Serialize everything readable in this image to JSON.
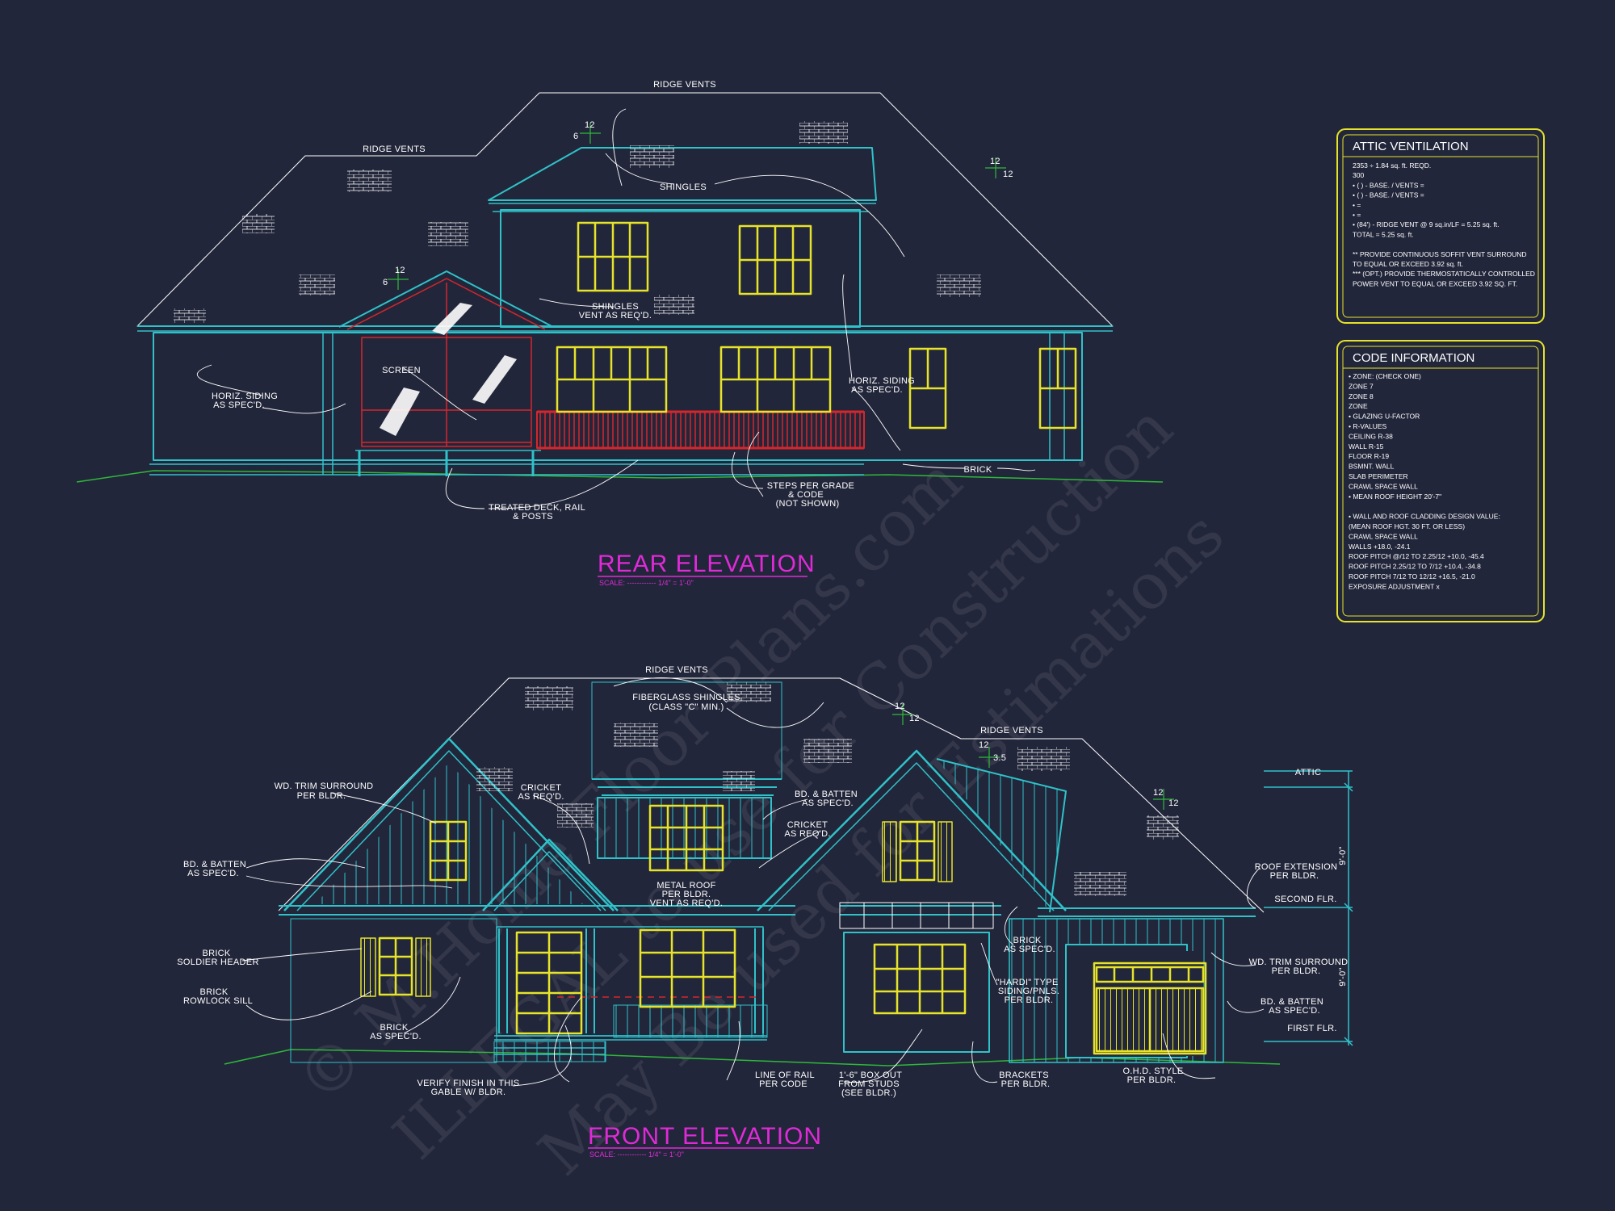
{
  "colors": {
    "background": "#22263a",
    "outline": "#2fc2c9",
    "window": "#e6e32a",
    "rail": "#d6262c",
    "title": "#e02ad8",
    "ground": "#2fb83a",
    "text": "#ffffff"
  },
  "watermark": {
    "line1": "© M.Home Floor Plans.com",
    "line2": "ILLEGAL to use for Construction",
    "line3": "May Be used for Estimations"
  },
  "rear": {
    "title": "REAR ELEVATION",
    "scale": "SCALE: ------------ 1/4\" = 1'-0\"",
    "labels": {
      "ridge_vents_top": "RIDGE VENTS",
      "ridge_vents_left": "RIDGE VENTS",
      "shingles": "SHINGLES",
      "shingles_vent_1": "SHINGLES",
      "shingles_vent_2": "VENT AS REQ'D.",
      "screen": "SCREEN",
      "horiz_left_1": "HORIZ. SIDING",
      "horiz_left_2": "AS SPEC'D.",
      "horiz_right_1": "HORIZ. SIDING",
      "horiz_right_2": "AS SPEC'D.",
      "brick": "BRICK",
      "deck_1": "TREATED DECK, RAIL",
      "deck_2": "& POSTS",
      "steps_1": "STEPS PER GRADE",
      "steps_2": "& CODE",
      "steps_3": "(NOT SHOWN)",
      "pitch_a1": "6",
      "pitch_a2": "12",
      "pitch_b1": "12",
      "pitch_b2": "12",
      "pitch_c1": "6",
      "pitch_c2": "12"
    }
  },
  "front": {
    "title": "FRONT ELEVATION",
    "scale": "SCALE: ------------ 1/4\" = 1'-0\"",
    "labels": {
      "ridge_vents_top": "RIDGE VENTS",
      "ridge_vents_right": "RIDGE VENTS",
      "fiberglass_1": "FIBERGLASS SHINGLES",
      "fiberglass_2": "(CLASS \"C\" MIN.)",
      "wd_trim_1": "WD. TRIM SURROUND",
      "wd_trim_2": "PER BLDR.",
      "cricket_l_1": "CRICKET",
      "cricket_l_2": "AS REQ'D.",
      "bd_batten_top_1": "BD. & BATTEN",
      "bd_batten_top_2": "AS SPEC'D.",
      "cricket_r_1": "CRICKET",
      "cricket_r_2": "AS REQ'D.",
      "bd_batten_left_1": "BD. & BATTEN",
      "bd_batten_left_2": "AS SPEC'D.",
      "metal_roof_1": "METAL ROOF",
      "metal_roof_2": "PER BLDR.",
      "metal_roof_3": "VENT AS REQ'D.",
      "brick_soldier_1": "BRICK",
      "brick_soldier_2": "SOLDIER HEADER",
      "brick_rowlock_1": "BRICK",
      "brick_rowlock_2": "ROWLOCK SILL",
      "brick_spec_1": "BRICK",
      "brick_spec_2": "AS SPEC'D.",
      "verify_1": "VERIFY FINISH IN THIS",
      "verify_2": "GABLE W/ BLDR.",
      "line_rail_1": "LINE OF RAIL",
      "line_rail_2": "PER CODE",
      "box_out_1": "1'-6\" BOX OUT",
      "box_out_2": "FROM STUDS",
      "box_out_3": "(SEE BLDR.)",
      "brackets_1": "BRACKETS",
      "brackets_2": "PER BLDR.",
      "ohd_1": "O.H.D. STYLE",
      "ohd_2": "PER BLDR.",
      "brick_r_1": "BRICK",
      "brick_r_2": "AS SPEC'D.",
      "hardi_1": "\"HARDI\" TYPE",
      "hardi_2": "SIDING/PNLS.",
      "hardi_3": "PER BLDR.",
      "roof_ext_1": "ROOF EXTENSION",
      "roof_ext_2": "PER BLDR.",
      "wd_trim_r_1": "WD. TRIM SURROUND",
      "wd_trim_r_2": "PER BLDR.",
      "bd_batten_r_1": "BD. & BATTEN",
      "bd_batten_r_2": "AS SPEC'D.",
      "attic": "ATTIC",
      "second_flr": "SECOND FLR.",
      "first_flr": "FIRST FLR.",
      "dim_upper": "9'-0\"",
      "dim_lower": "9'-0\"",
      "pitch_a1": "12",
      "pitch_a2": "12",
      "pitch_b1": "12",
      "pitch_b2": "3.5",
      "pitch_c1": "12",
      "pitch_c2": "12"
    }
  },
  "attic_ventilation": {
    "title": "ATTIC VENTILATION",
    "lines": [
      "2353 ÷ 1.84 sq. ft. REQD.",
      "300",
      "• (   ) -        BASE.   /   VENTS  =",
      "• (   ) -        BASE.   /   VENTS  =",
      "•                                          =",
      "•                                          =",
      "• (84') - RIDGE VENT @ 9 sq.in/LF = 5.25 sq. ft.",
      "                                TOTAL      = 5.25 sq. ft.",
      "",
      "** PROVIDE CONTINUOUS SOFFIT VENT SURROUND",
      "   TO EQUAL OR EXCEED  3.92 sq. ft.",
      "*** (OPT.) PROVIDE THERMOSTATICALLY CONTROLLED",
      "   POWER VENT TO EQUAL OR EXCEED 3.92 SQ. FT."
    ]
  },
  "code_information": {
    "title": "CODE INFORMATION",
    "lines": [
      "• ZONE: (CHECK ONE)",
      "      ZONE 7",
      "      ZONE 8",
      "      ZONE",
      "• GLAZING U-FACTOR",
      "• R-VALUES",
      "   CEILING              R-38",
      "   WALL                  R-15",
      "   FLOOR                R-19",
      "   BSMNT. WALL",
      "   SLAB PERIMETER",
      "   CRAWL SPACE WALL",
      "• MEAN ROOF HEIGHT   20'-7\"",
      "",
      "• WALL AND ROOF CLADDING DESIGN VALUE:",
      "  (MEAN ROOF HGT. 30 FT. OR LESS)",
      "      CRAWL SPACE WALL",
      "      WALLS                                  +18.0, -24.1",
      "      ROOF PITCH @/12 TO 2.25/12     +10.0, -45.4",
      "      ROOF PITCH 2.25/12 TO 7/12     +10.4, -34.8",
      "      ROOF PITCH 7/12 TO 12/12       +16.5, -21.0",
      "      EXPOSURE ADJUSTMENT            x"
    ]
  }
}
